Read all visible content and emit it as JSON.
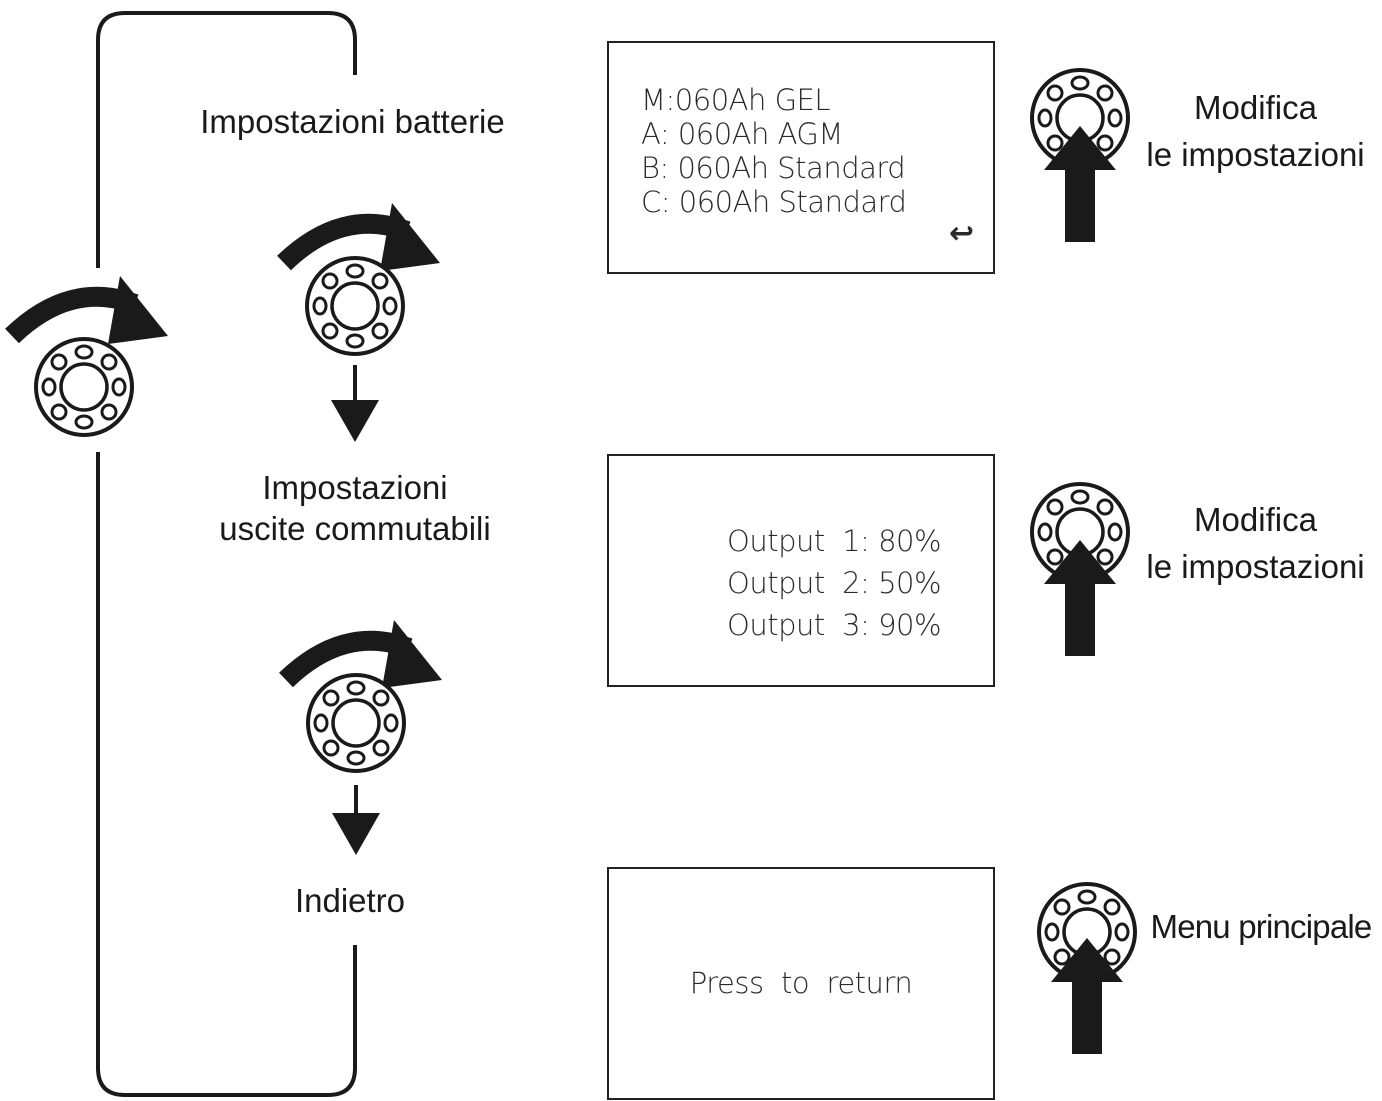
{
  "menu": {
    "battery_settings_label": "Impostazioni batterie",
    "outputs_label_line1": "Impostazioni",
    "outputs_label_line2": "uscite commutabili",
    "back_label": "Indietro"
  },
  "screens": {
    "battery": {
      "lines": [
        "M:060Ah GEL",
        "A: 060Ah AGM",
        "B: 060Ah Standard",
        "C: 060Ah Standard"
      ],
      "return_symbol": "↩"
    },
    "outputs": {
      "lines": [
        "Output  1: 80%",
        "Output  2: 50%",
        "Output  3: 90%"
      ]
    },
    "back": {
      "text": "Press  to  return"
    }
  },
  "actions": {
    "battery_action_line1": "Modifica",
    "battery_action_line2": "le impostazioni",
    "outputs_action_line1": "Modifica",
    "outputs_action_line2": "le impostazioni",
    "back_action": "Menu principale"
  },
  "colors": {
    "ink": "#1a1a1a",
    "background": "#ffffff"
  },
  "icons": [
    "rotary-knob-icon",
    "rotate-arrow-icon",
    "down-arrow-icon",
    "press-arrow-icon"
  ]
}
